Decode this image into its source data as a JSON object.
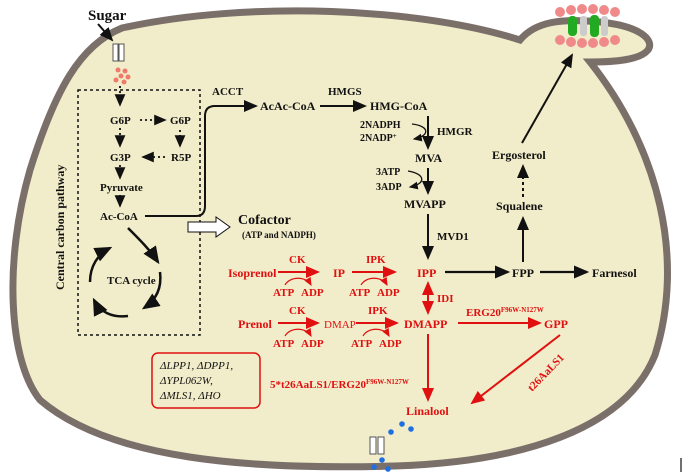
{
  "colors": {
    "cytoplasm": "#f1ecc9",
    "membrane": "#7b6f69",
    "pathway_black": "#111111",
    "engineered_red": "#e01010",
    "sugar_dots": "#f07a6a",
    "linalool_dots": "#1e6fe0",
    "lipid_heads": "#f08a8a",
    "lipid_droplet": "#22aa22"
  },
  "labels": {
    "sugar": "Sugar",
    "central_pathway": "Central carbon pathway",
    "g6p_left": "G6P",
    "g6p_right": "G6P",
    "g3p": "G3P",
    "r5p": "R5P",
    "pyruvate": "Pyruvate",
    "acetyl_coa": "Ac-CoA",
    "tca": "TCA cycle",
    "acct": "ACCT",
    "acac_coa": "AcAc-CoA",
    "hmgs": "HMGS",
    "hmg_coa": "HMG-CoA",
    "nadph": "2NADPH",
    "nadp": "2NADP",
    "nadp_sup": "+",
    "hmgr": "HMGR",
    "mva": "MVA",
    "atp3": "3ATP",
    "adp3": "3ADP",
    "mvapp": "MVAPP",
    "mvd1": "MVD1",
    "cofactor": "Cofactor",
    "cofactor_sub": "(ATP and NADPH)",
    "ergosterol": "Ergosterol",
    "squalene": "Squalene",
    "fpp": "FPP",
    "farnesol": "Farnesol",
    "ipp": "IPP",
    "idi": "IDI",
    "dmapp": "DMAPP",
    "erg20": "ERG20",
    "erg20_sup": "F96W-N127W",
    "gpp": "GPP",
    "t26": "t26AaLS1",
    "linalool_synthase": "5*t26AaLS1/ERG20",
    "linalool_synthase_sup": "F96W-N127W",
    "linalool": "Linalool",
    "isoprenol": "Isoprenol",
    "ck1": "CK",
    "ip": "IP",
    "ipk1": "IPK",
    "atp_a": "ATP",
    "adp_a": "ADP",
    "atp_b": "ATP",
    "adp_b": "ADP",
    "prenol": "Prenol",
    "ck2": "CK",
    "dmap": "DMAP",
    "ipk2": "IPK",
    "atp_c": "ATP",
    "adp_c": "ADP",
    "atp_d": "ATP",
    "adp_d": "ADP",
    "deletions_1": "ΔLPP1, ΔDPP1,",
    "deletions_2": "ΔYPL062W,",
    "deletions_3": "ΔMLS1, ΔHO"
  }
}
